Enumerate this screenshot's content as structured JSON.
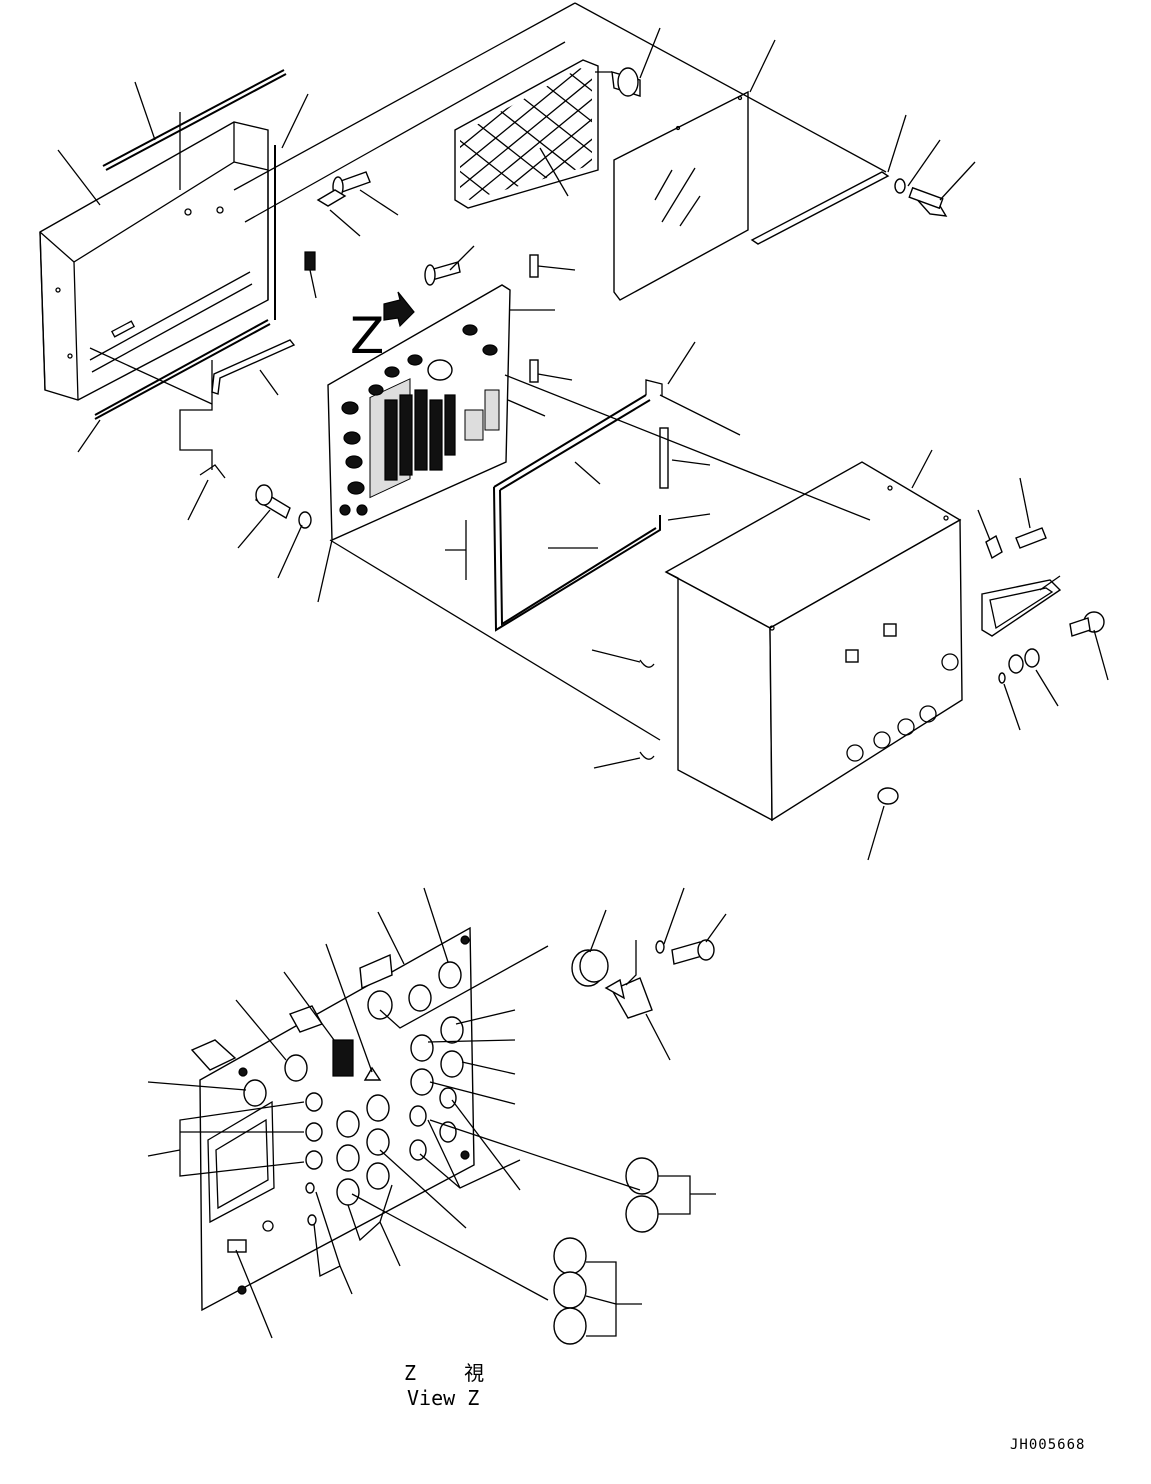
{
  "view_label_jp": "Z 視",
  "view_label_en": "View Z",
  "view_marker": "Z",
  "drawing_number": "JH005668"
}
